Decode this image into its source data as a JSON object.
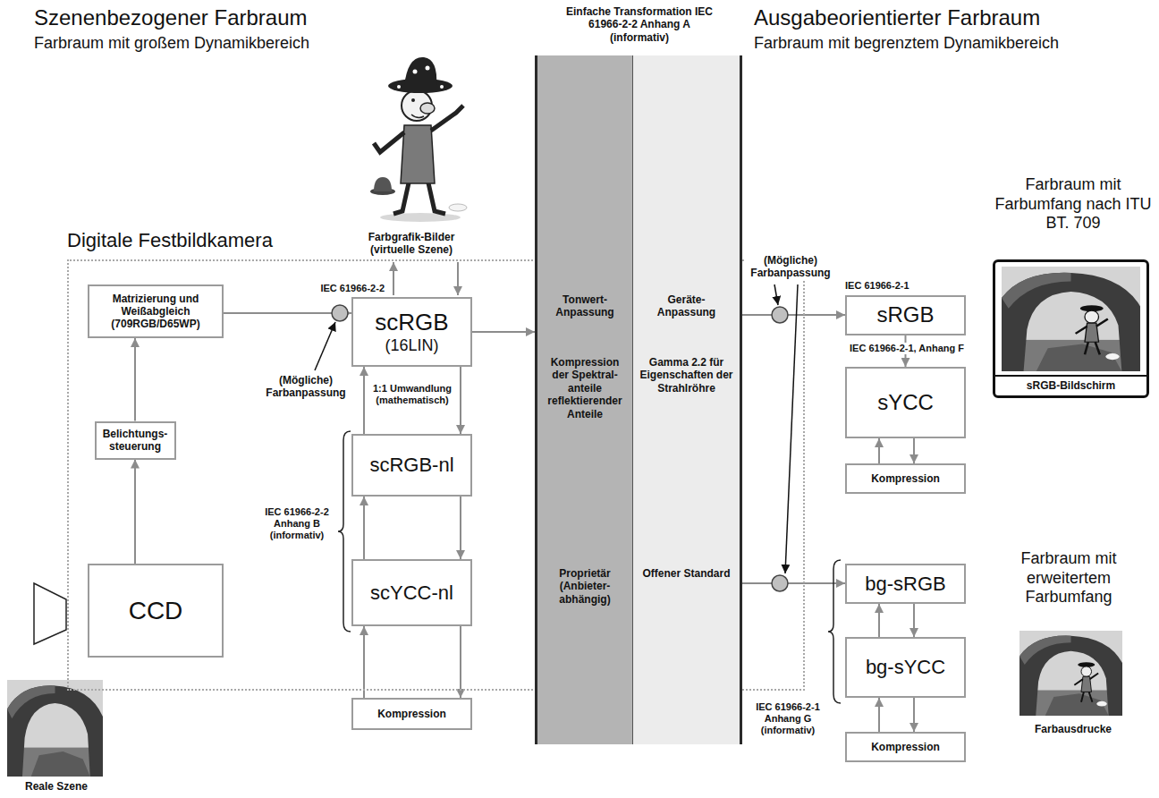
{
  "diagram": {
    "nodes": [
      {
        "text": [
          "Digitale Festbildkamera"
        ]
      },
      {
        "text": [
          "Matrizierung und Weißabgleich (709RGB/D65WP)"
        ],
        "in": 0
      },
      {
        "text": [
          "Belichtungs- steuerung"
        ],
        "in": 0
      },
      {
        "text": [
          "CCD"
        ],
        "in": 0
      },
      {
        "text": [
          "scRGB",
          "(16LIN)"
        ],
        "in": 0
      },
      {
        "text": [
          "scRGB-nl"
        ],
        "in": 0
      },
      {
        "text": [
          "scYCC-nl"
        ],
        "in": 0
      },
      {
        "text": [
          "Kompression"
        ]
      },
      {
        "text": [
          "Tonwert- Anpassung",
          "Kompression der Spektral- anteile reflektierender Anteile",
          "Proprietär (Anbieter- abhängig)"
        ]
      },
      {
        "text": [
          "Geräte- Anpassung",
          "Gamma 2.2 für Eigenschaften der Strahlröhre",
          "Offener Standard"
        ]
      },
      {
        "text": [
          "sRGB"
        ]
      },
      {
        "text": [
          "sYCC"
        ]
      },
      {
        "text": [
          "Kompression"
        ]
      },
      {
        "text": [
          "bg-sRGB"
        ]
      },
      {
        "text": [
          "bg-sYCC"
        ]
      },
      {
        "text": [
          "Kompression"
        ]
      },
      {
        "text": [
          "sRGB-Bildschirm"
        ]
      }
    ],
    "edges": [
      {
        "from": 3,
        "to": 2,
        "arrow": "to"
      },
      {
        "from": 2,
        "to": 1,
        "arrow": "to"
      },
      {
        "from": 1,
        "to": 4,
        "arrow": "to"
      },
      {
        "from": 4,
        "to": 8,
        "arrow": "to"
      },
      {
        "from": 5,
        "to": 4,
        "arrow": "to"
      },
      {
        "from": 4,
        "to": 5,
        "arrow": "to"
      },
      {
        "from": 6,
        "to": 5,
        "arrow": "to"
      },
      {
        "from": 5,
        "to": 6,
        "arrow": "to"
      },
      {
        "from": 7,
        "to": 6,
        "arrow": "to"
      },
      {
        "from": 6,
        "to": 7,
        "arrow": "to"
      },
      {
        "from": 9,
        "to": 10,
        "arrow": "to"
      },
      {
        "from": 9,
        "to": 13,
        "arrow": "to"
      },
      {
        "from": 10,
        "to": 11,
        "arrow": "to"
      },
      {
        "from": 12,
        "to": 11,
        "arrow": "to"
      },
      {
        "from": 11,
        "to": 12,
        "arrow": "to"
      },
      {
        "from": 14,
        "to": 13,
        "arrow": "to"
      },
      {
        "from": 13,
        "to": 14,
        "arrow": "to"
      },
      {
        "from": 15,
        "to": 14,
        "arrow": "to"
      },
      {
        "from": 14,
        "to": 15,
        "arrow": "to"
      }
    ],
    "labels": [
      "Szenenbezogener Farbraum",
      "Farbraum mit großem Dynamikbereich",
      "Einfache Transformation IEC 61966-2-2 Anhang A (informativ)",
      "Ausgabeorientierter Farbraum",
      "Farbraum mit begrenztem Dynamikbereich",
      "Farbgrafik-Bilder (virtuelle Szene)",
      "IEC 61966-2-2",
      "(Mögliche) Farbanpassung",
      "Farbraum mit Farbumfang nach ITU BT. 709",
      "IEC 61966-2-1",
      "IEC 61966-2-1, Anhang F",
      "(Mögliche) Farbanpassung",
      "1:1 Umwandlung (mathematisch)",
      "IEC 61966-2-2 Anhang B (informativ)",
      "Farbraum mit erweitertem Farbumfang",
      "IEC 61966-2-1 Anhang G (informativ)",
      "Farbausdrucke",
      "Reale Szene"
    ]
  }
}
